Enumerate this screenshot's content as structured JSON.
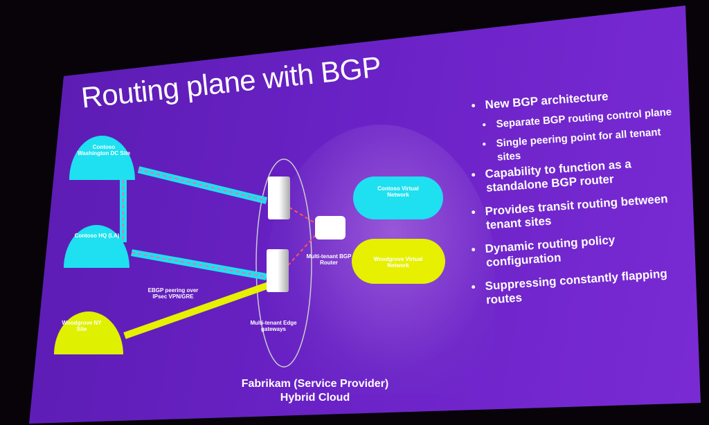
{
  "title": "Routing plane with BGP",
  "bullets": [
    {
      "text": "New BGP architecture",
      "level": 1
    },
    {
      "text": "Separate BGP routing control plane",
      "level": 2
    },
    {
      "text": "Single peering point for all tenant sites",
      "level": 2
    },
    {
      "text": "Capability to function as a standalone BGP router",
      "level": 1
    },
    {
      "text": "Provides transit routing between tenant sites",
      "level": 1
    },
    {
      "text": "Dynamic routing policy configuration",
      "level": 1
    },
    {
      "text": "Suppressing constantly flapping routes",
      "level": 1
    }
  ],
  "diagram": {
    "site_dc": "Contoso Washington DC Site",
    "site_hq": "Contoso HQ (LA)",
    "site_ny": "Woodgrove NY Site",
    "vnet_contoso": "Contoso Virtual Network",
    "vnet_woodgrove": "Woodgrove Virtual Network",
    "bgp_router": "Multi-tenant BGP Router",
    "edge_gateways": "Multi-tenant Edge gateways",
    "ebgp_label": "EBGP peering over IPsec VPN/GRE",
    "footer_line1": "Fabrikam (Service Provider)",
    "footer_line2": "Hybrid Cloud"
  },
  "colors": {
    "slide": "#6a22c6",
    "contoso": "#1ee0f0",
    "woodgrove": "#e6f000"
  }
}
